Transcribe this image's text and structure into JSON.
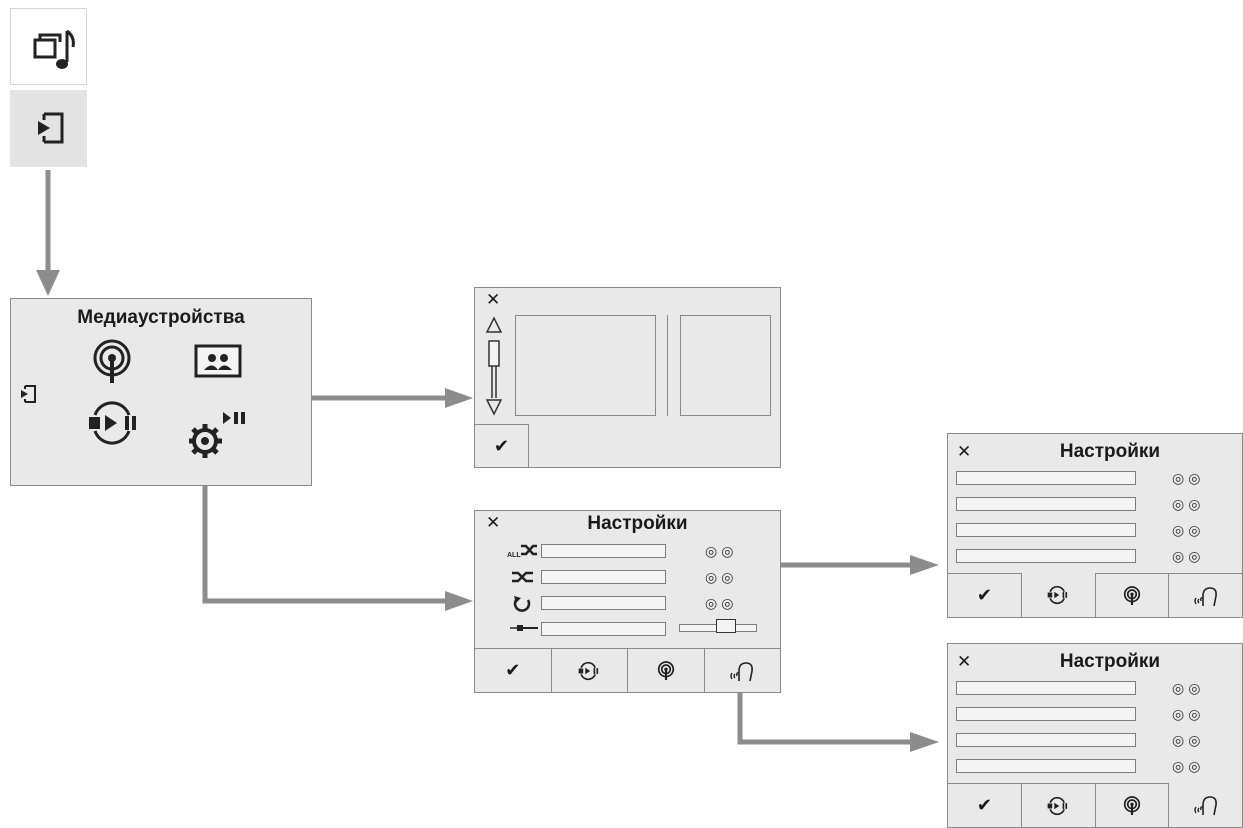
{
  "media_panel": {
    "title": "Медиаустройства"
  },
  "settings_panel_main": {
    "title": "Настройки"
  },
  "settings_panel_top": {
    "title": "Настройки"
  },
  "settings_panel_bottom": {
    "title": "Настройки"
  },
  "icons": {
    "top_mode": "media-source-music-icon",
    "source_button": "source-enter-icon",
    "streaming": "streaming-signal-icon",
    "photos": "photo-album-icon",
    "playback": "playback-controls-icon",
    "settings": "settings-gear-play-icon",
    "shuffle_all": "shuffle-all-icon",
    "shuffle": "shuffle-icon",
    "repeat": "repeat-icon",
    "aux": "aux-jack-icon",
    "voice": "voice-touch-icon"
  },
  "colors": {
    "panel_bg": "#e9e9e9",
    "panel_border": "#8a8a8a",
    "arrow": "#8c8c8c",
    "icon_tile_bg": "#e3e3e3"
  }
}
